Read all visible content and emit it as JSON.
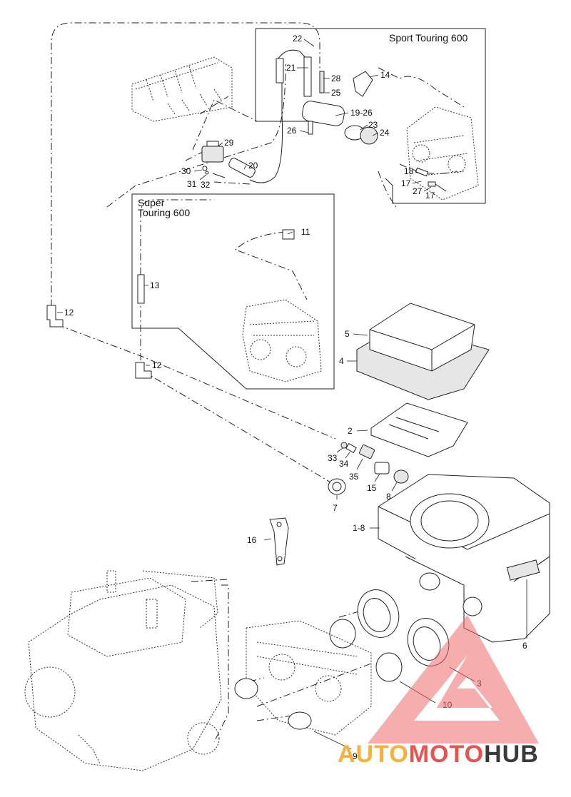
{
  "insets": {
    "sport_touring": "Sport Touring 600",
    "super_touring_line1": "Super",
    "super_touring_line2": "Touring 600"
  },
  "callouts": [
    {
      "id": "c22",
      "text": "22"
    },
    {
      "id": "c21",
      "text": "21"
    },
    {
      "id": "c28",
      "text": "28"
    },
    {
      "id": "c14",
      "text": "14"
    },
    {
      "id": "c25",
      "text": "25"
    },
    {
      "id": "c19",
      "text": "19-26"
    },
    {
      "id": "c23",
      "text": "23"
    },
    {
      "id": "c24",
      "text": "24"
    },
    {
      "id": "c26",
      "text": "26"
    },
    {
      "id": "c18",
      "text": "18"
    },
    {
      "id": "c17a",
      "text": "17"
    },
    {
      "id": "c27",
      "text": "27"
    },
    {
      "id": "c17b",
      "text": "17"
    },
    {
      "id": "c29",
      "text": "29"
    },
    {
      "id": "c20",
      "text": "20"
    },
    {
      "id": "c30",
      "text": "30"
    },
    {
      "id": "c31",
      "text": "31"
    },
    {
      "id": "c32",
      "text": "32"
    },
    {
      "id": "c11",
      "text": "11"
    },
    {
      "id": "c13",
      "text": "13"
    },
    {
      "id": "c12a",
      "text": "12"
    },
    {
      "id": "c12b",
      "text": "12"
    },
    {
      "id": "c5",
      "text": "5"
    },
    {
      "id": "c4",
      "text": "4"
    },
    {
      "id": "c2",
      "text": "2"
    },
    {
      "id": "c33",
      "text": "33"
    },
    {
      "id": "c34",
      "text": "34"
    },
    {
      "id": "c35",
      "text": "35"
    },
    {
      "id": "c15",
      "text": "15"
    },
    {
      "id": "c8",
      "text": "8"
    },
    {
      "id": "c7",
      "text": "7"
    },
    {
      "id": "c1",
      "text": "1-8"
    },
    {
      "id": "c16",
      "text": "16"
    },
    {
      "id": "c6",
      "text": "6"
    },
    {
      "id": "c3",
      "text": "3"
    },
    {
      "id": "c10",
      "text": "10"
    },
    {
      "id": "c9",
      "text": "9"
    }
  ],
  "watermark": {
    "word_a": "AUTO",
    "word_b": "MOTO",
    "word_c": "HUB",
    "color_a": "#f4b23c",
    "color_b": "#e8524f",
    "color_c": "#3a3a3a",
    "triangle_color": "#ef6a6a"
  }
}
